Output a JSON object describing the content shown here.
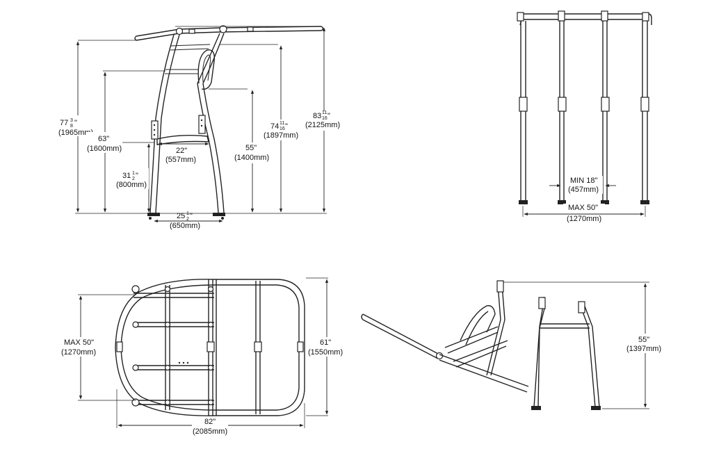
{
  "side_view": {
    "overall_height_in": "83",
    "overall_height_frac_num": "11",
    "overall_height_frac_den": "16",
    "overall_height_unit": "\"",
    "overall_height_mm": "(2125mm)",
    "height_b_in": "77",
    "height_b_frac_num": "3",
    "height_b_frac_den": "8",
    "height_b_unit": "\"",
    "height_b_mm": "(1965mm)",
    "height_c_in": "74",
    "height_c_frac_num": "11",
    "height_c_frac_den": "16",
    "height_c_unit": "\"",
    "height_c_mm": "(1897mm)",
    "height_d": "63\"",
    "height_d_mm": "(1600mm)",
    "height_e": "55\"",
    "height_e_mm": "(1400mm)",
    "height_f_in": "31",
    "height_f_frac_num": "1",
    "height_f_frac_den": "2",
    "height_f_unit": "\"",
    "height_f_mm": "(800mm)",
    "seat_width": "22\"",
    "seat_width_mm": "(557mm)",
    "base_in": "25",
    "base_frac_num": "1",
    "base_frac_den": "2",
    "base_unit": "\"",
    "base_mm": "(650mm)"
  },
  "front_view": {
    "min_label": "MIN 18\"",
    "min_mm": "(457mm)",
    "max_label": "MAX 50\"",
    "max_mm": "(1270mm)"
  },
  "top_view": {
    "width_label": "MAX 50\"",
    "width_mm": "(1270mm)",
    "depth_label": "61\"",
    "depth_mm": "(1550mm)",
    "length_label": "82\"",
    "length_mm": "(2085mm)"
  },
  "folded_view": {
    "height_label": "55\"",
    "height_mm": "(1397mm)"
  }
}
